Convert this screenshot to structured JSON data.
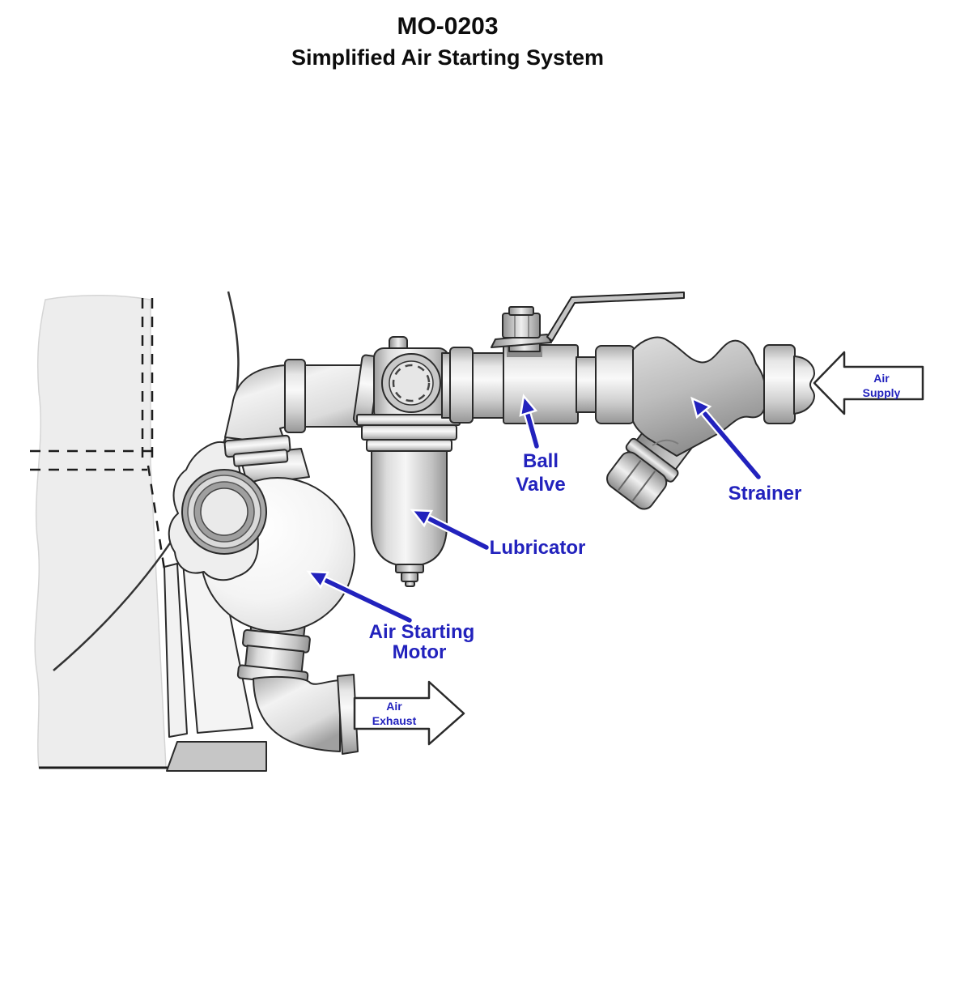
{
  "title": {
    "code": "MO-0203",
    "subtitle": "Simplified Air Starting System"
  },
  "component_labels": {
    "ball_valve": {
      "line1": "Ball",
      "line2": "Valve"
    },
    "strainer": {
      "text": "Strainer"
    },
    "lubricator": {
      "text": "Lubricator"
    },
    "air_starting_motor": {
      "line1": "Air Starting",
      "line2": "Motor"
    }
  },
  "flow_arrows": {
    "air_supply": {
      "line1": "Air",
      "line2": "Supply",
      "direction": "left"
    },
    "air_exhaust": {
      "line1": "Air",
      "line2": "Exhaust",
      "direction": "right"
    }
  },
  "colors": {
    "label_blue": "#2222bd",
    "outline": "#2a2a2a",
    "metal_light": "#f6f6f6",
    "metal_dark": "#999999",
    "engine_block": "#ededed",
    "base_pad": "#c6c6c6",
    "background": "#ffffff"
  }
}
